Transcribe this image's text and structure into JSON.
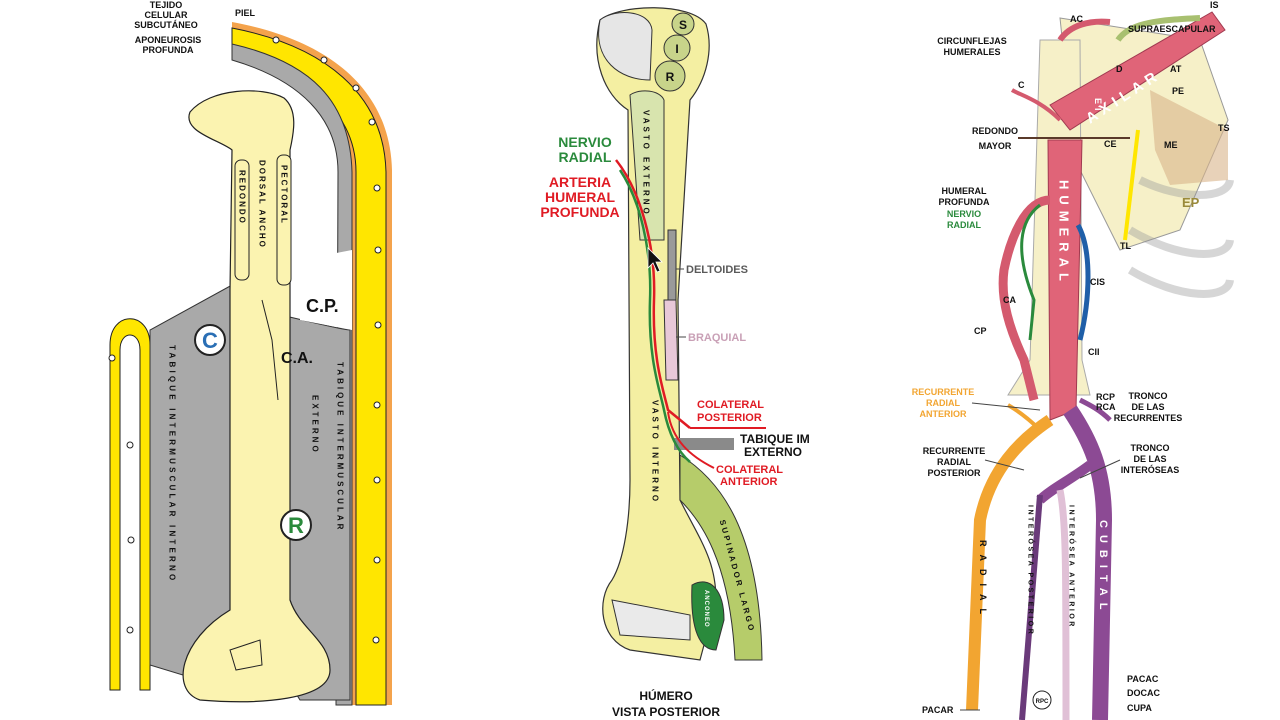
{
  "panel_left": {
    "labels": {
      "tejido_1": "TEJIDO",
      "tejido_2": "CELULAR",
      "tejido_3": "SUBCUTÁNEO",
      "piel": "PIEL",
      "aponeurosis_1": "APONEUROSIS",
      "aponeurosis_2": "PROFUNDA",
      "cp": "C.P.",
      "ca": "C.A.",
      "circle_c": "C",
      "circle_r": "R"
    },
    "vertical": {
      "redondo": "REDONDO",
      "dorsal": "DORSAL ANCHO",
      "pectoral": "PECTORAL",
      "tabique_int": "TABIQUE INTERMUSCULAR INTERNO",
      "externo": "EXTERNO",
      "tabique_ext": "TABIQUE INTERMUSCULAR"
    },
    "colors": {
      "skin": "#f4a34c",
      "fat": "#ffe600",
      "fascia": "#a9a9a9",
      "bone": "#fbf3b0",
      "c_circle": "#2a6fb5",
      "r_circle": "#2a8a3c"
    }
  },
  "panel_middle": {
    "labels": {
      "nervio_1": "NERVIO",
      "nervio_2": "RADIAL",
      "arteria_1": "ARTERIA",
      "arteria_2": "HUMERAL",
      "arteria_3": "PROFUNDA",
      "deltoides": "DELTOIDES",
      "braquial": "BRAQUIAL",
      "colateral_post_1": "COLATERAL",
      "colateral_post_2": "POSTERIOR",
      "tabique_1": "TABIQUE IM",
      "tabique_2": "EXTERNO",
      "colateral_ant_1": "COLATERAL",
      "colateral_ant_2": "ANTERIOR",
      "humero": "HÚMERO",
      "vista": "VISTA POSTERIOR",
      "s": "S",
      "i": "I",
      "r": "R"
    },
    "vertical": {
      "vasto_ext": "VASTO EXTERNO",
      "vasto_int": "VASTO INTERNO",
      "supinador": "SUPINADOR LARGO",
      "ancoeno": "ANCONEO"
    },
    "colors": {
      "nerve": "#2a8a3c",
      "artery": "#e01b24",
      "deltoid": "#9a9a9a",
      "braquial": "#e8c8d8"
    }
  },
  "panel_right": {
    "labels": {
      "ac": "AC",
      "supraescapular": "SUPRAESCAPULAR",
      "is": "IS",
      "circunflejas_1": "CIRCUNFLEJAS",
      "circunflejas_2": "HUMERALES",
      "redondo_1": "REDONDO",
      "redondo_2": "MAYOR",
      "humeral_prof_1": "HUMERAL",
      "humeral_prof_2": "PROFUNDA",
      "nervio_1": "NERVIO",
      "nervio_2": "RADIAL",
      "cis": "CIS",
      "ca": "CA",
      "cp": "CP",
      "cii": "CII",
      "rec_rad_ant_1": "RECURRENTE",
      "rec_rad_ant_2": "RADIAL",
      "rec_rad_ant_3": "ANTERIOR",
      "rcp": "RCP",
      "rca": "RCA",
      "tronco_rec_1": "TRONCO",
      "tronco_rec_2": "DE LAS",
      "tronco_rec_3": "RECURRENTES",
      "rec_rad_post_1": "RECURRENTE",
      "rec_rad_post_2": "RADIAL",
      "rec_rad_post_3": "POSTERIOR",
      "tronco_int_1": "TRONCO",
      "tronco_int_2": "DE LAS",
      "tronco_int_3": "INTERÓSEAS",
      "pacac": "PACAC",
      "docac": "DOCAC",
      "cupa": "CUPA",
      "pacar": "PACAR",
      "rpc": "RPC",
      "me": "ME",
      "ep": "EP",
      "tl": "TL",
      "ce": "CE",
      "ts": "TS",
      "d": "D",
      "c": "C",
      "at": "AT",
      "pe": "PE"
    },
    "vertical": {
      "axilar": "AXILAR",
      "humeral": "HUMERAL",
      "radial": "RADIAL",
      "cubital": "CUBITAL",
      "inter_post": "INTERÓSEA POSTERIOR",
      "inter_ant": "INTERÓSEA ANTERIOR",
      "ei": "EI"
    },
    "colors": {
      "artery": "#d45a6e",
      "humeral": "#e06478",
      "radial": "#f2a531",
      "cubital": "#8c4a94",
      "interosea": "#6a3a7a",
      "vein": "#1f5fa8",
      "nerve": "#2a8a3c"
    }
  }
}
